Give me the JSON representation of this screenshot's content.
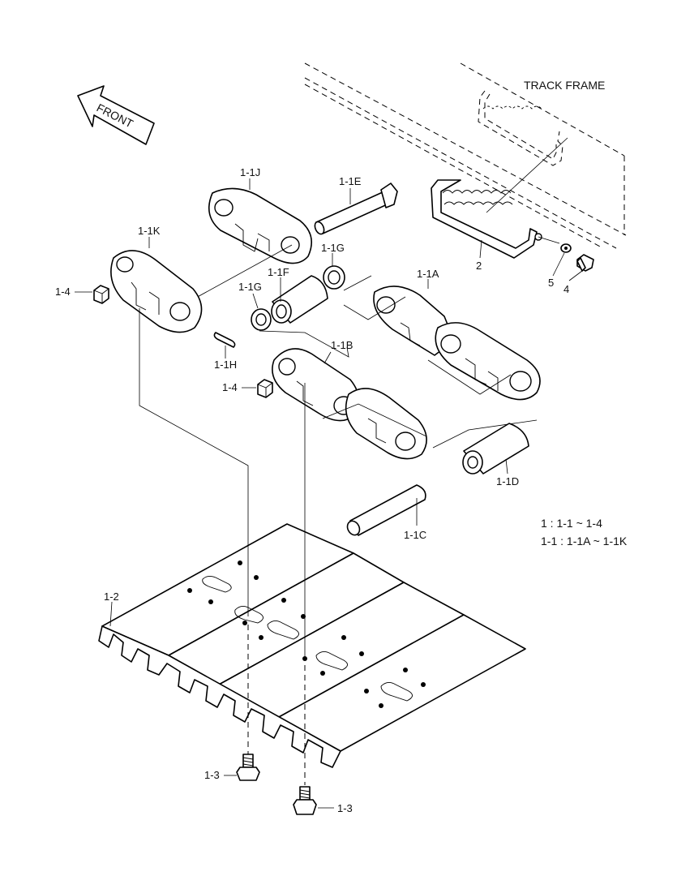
{
  "labels": {
    "track_frame": "TRACK FRAME",
    "front": "FRONT",
    "p_1_1J": "1-1J",
    "p_1_1E": "1-1E",
    "p_1_1K": "1-1K",
    "p_1_1G_top": "1-1G",
    "p_1_1F": "1-1F",
    "p_1_1G_left": "1-1G",
    "p_1_1A": "1-1A",
    "p_1_4_top": "1-4",
    "p_1_1H": "1-1H",
    "p_1_1B": "1-1B",
    "p_1_4_mid": "1-4",
    "p_1_1D": "1-1D",
    "p_1_1C": "1-1C",
    "p_1_2": "1-2",
    "p_1_3_left": "1-3",
    "p_1_3_right": "1-3",
    "p_2": "2",
    "p_4": "4",
    "p_5": "5"
  },
  "legend": {
    "line1": "1 : 1-1 ~ 1-4",
    "line2": "1-1 : 1-1A ~ 1-1K"
  }
}
